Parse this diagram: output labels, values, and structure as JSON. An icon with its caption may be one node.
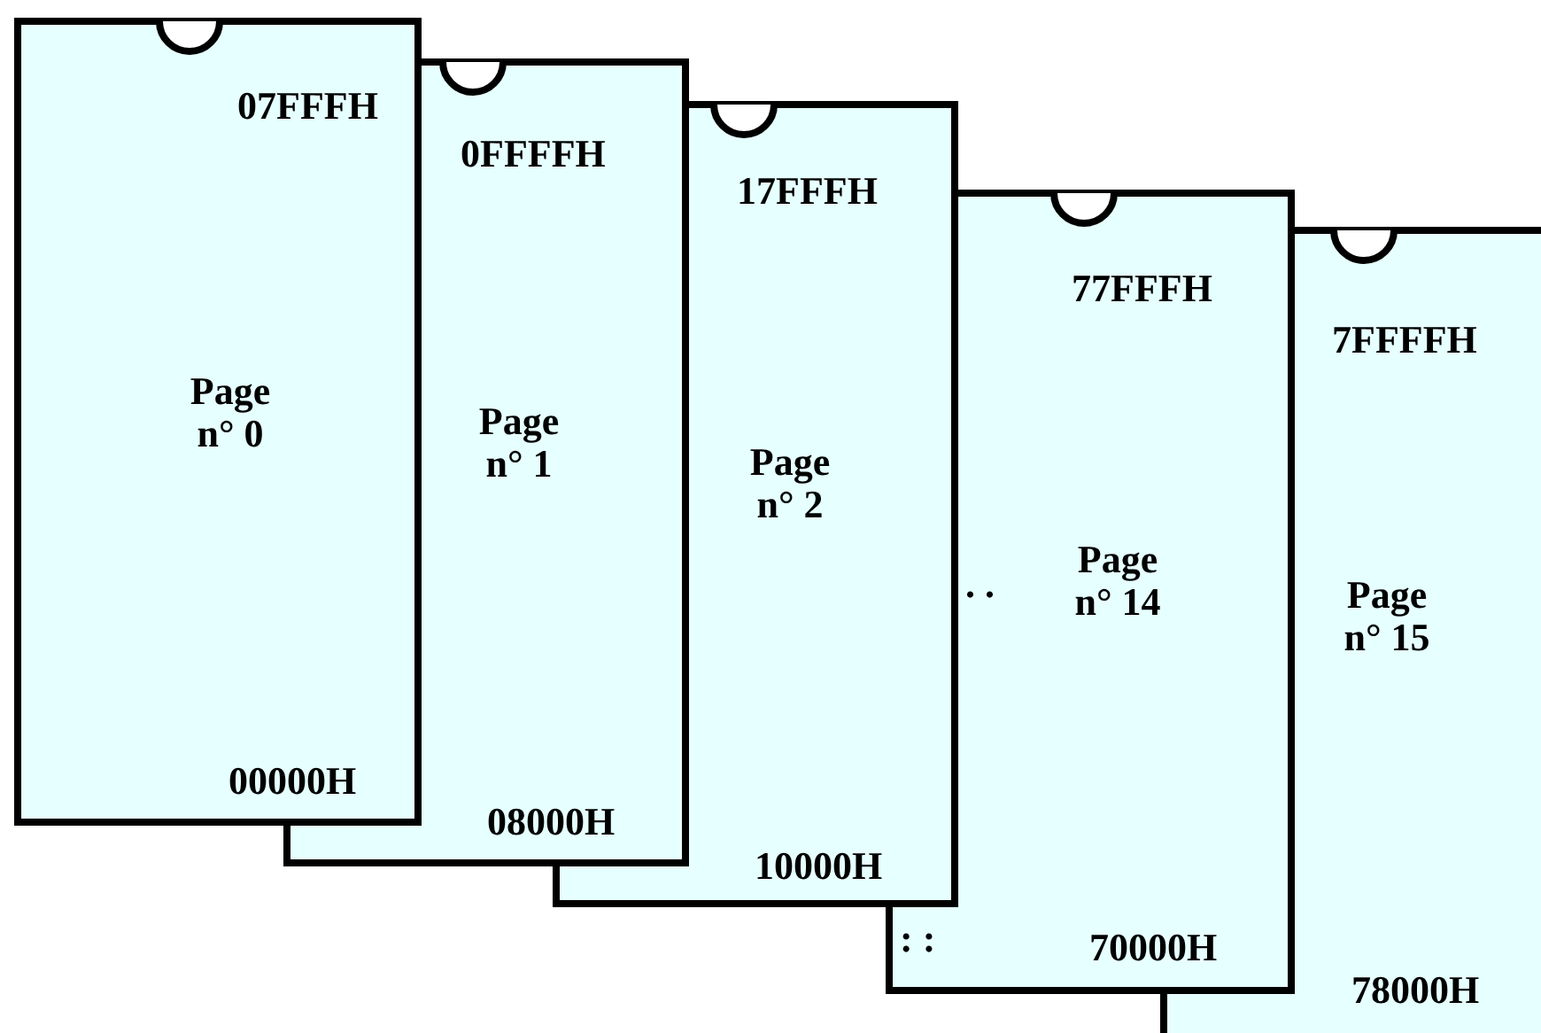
{
  "diagram": {
    "nodes": [
      {
        "text": [
          "07FFFH",
          "Page n° 0",
          "00000H"
        ]
      },
      {
        "text": [
          "0FFFFH",
          "Page n° 1",
          "08000H"
        ]
      },
      {
        "text": [
          "17FFFH",
          "Page n° 2",
          "10000H"
        ]
      },
      {
        "text": [
          "77FFFH",
          "Page n° 14",
          "70000H"
        ]
      },
      {
        "text": [
          "7FFFFH",
          "Page n° 15",
          "78000H"
        ]
      }
    ],
    "labels": [
      ". .",
      ": :"
    ]
  }
}
